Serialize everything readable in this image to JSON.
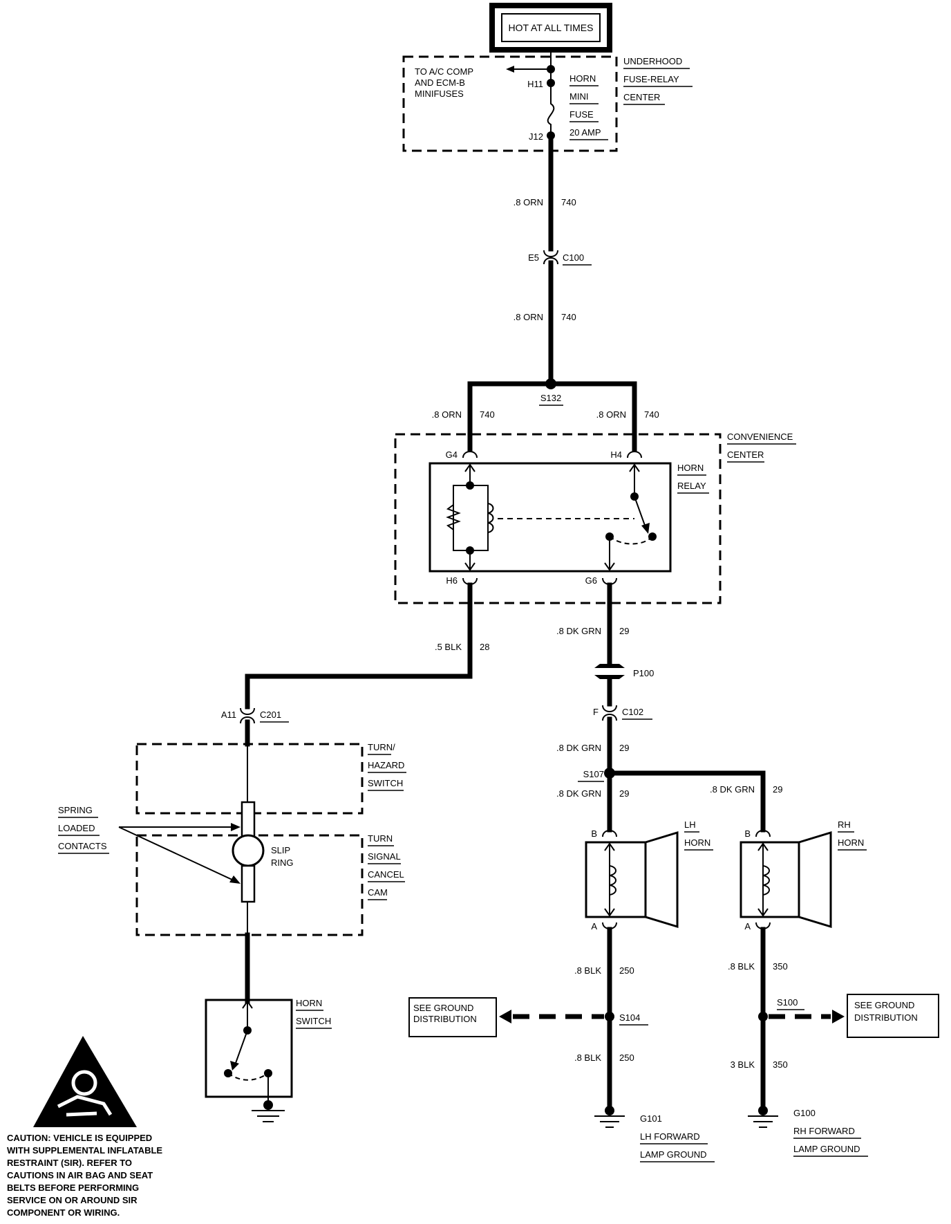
{
  "power_source": "HOT AT ALL TIMES",
  "fuse_center": {
    "label_lines": [
      "UNDERHOOD",
      "FUSE-RELAY",
      "CENTER"
    ],
    "branch_note_lines": [
      "TO A/C COMP",
      "AND ECM-B",
      "MINIFUSES"
    ],
    "fuse_lines": [
      "HORN",
      "MINI",
      "FUSE",
      "20 AMP"
    ],
    "pin_in": "H11",
    "pin_out": "J12"
  },
  "wires": {
    "feed_upper": {
      "gauge": ".8 ORN",
      "circuit": "740"
    },
    "feed_lower": {
      "gauge": ".8 ORN",
      "circuit": "740"
    },
    "relay_left": {
      "gauge": ".8 ORN",
      "circuit": "740"
    },
    "relay_right": {
      "gauge": ".8 ORN",
      "circuit": "740"
    },
    "blk_28": {
      "gauge": ".5 BLK",
      "circuit": "28"
    },
    "grn_upper": {
      "gauge": ".8 DK GRN",
      "circuit": "29"
    },
    "grn_mid": {
      "gauge": ".8 DK GRN",
      "circuit": "29"
    },
    "grn_lh": {
      "gauge": ".8 DK GRN",
      "circuit": "29"
    },
    "grn_rh": {
      "gauge": ".8 DK GRN",
      "circuit": "29"
    },
    "lh_ground_upper": {
      "gauge": ".8 BLK",
      "circuit": "250"
    },
    "lh_ground_lower": {
      "gauge": ".8 BLK",
      "circuit": "250"
    },
    "rh_ground_upper": {
      "gauge": ".8 BLK",
      "circuit": "350"
    },
    "rh_ground_lower": {
      "gauge": "3 BLK",
      "circuit": "350"
    }
  },
  "connectors": {
    "c100": {
      "pin": "E5",
      "name": "C100"
    },
    "s132": "S132",
    "convenience_center_lines": [
      "CONVENIENCE",
      "CENTER"
    ],
    "horn_relay_lines": [
      "HORN",
      "RELAY"
    ],
    "pin_g4": "G4",
    "pin_h4": "H4",
    "pin_h6": "H6",
    "pin_g6": "G6",
    "c201": {
      "pin": "A11",
      "name": "C201"
    },
    "p100": "P100",
    "c102": {
      "pin": "F",
      "name": "C102"
    },
    "s107": "S107",
    "s104": "S104",
    "s100": "S100"
  },
  "steering_column": {
    "turn_hazard_lines": [
      "TURN/",
      "HAZARD",
      "SWITCH"
    ],
    "spring_contacts_lines": [
      "SPRING",
      "LOADED",
      "CONTACTS"
    ],
    "slip_ring_lines": [
      "SLIP",
      "RING"
    ],
    "cancel_cam_lines": [
      "TURN",
      "SIGNAL",
      "CANCEL",
      "CAM"
    ],
    "horn_switch_lines": [
      "HORN",
      "SWITCH"
    ]
  },
  "horns": {
    "lh": {
      "label_lines": [
        "LH",
        "HORN"
      ],
      "pin_top": "B",
      "pin_bottom": "A"
    },
    "rh": {
      "label_lines": [
        "RH",
        "HORN"
      ],
      "pin_top": "B",
      "pin_bottom": "A"
    }
  },
  "ground_refs": {
    "left_lines": [
      "SEE GROUND",
      "DISTRIBUTION"
    ],
    "right_lines": [
      "SEE GROUND",
      "DISTRIBUTION"
    ]
  },
  "grounds": {
    "g101_lines": [
      "G101",
      "LH FORWARD",
      "LAMP GROUND"
    ],
    "g100_lines": [
      "G100",
      "RH FORWARD",
      "LAMP GROUND"
    ]
  },
  "caution_lines": [
    "CAUTION: VEHICLE IS EQUIPPED",
    "WITH SUPPLEMENTAL INFLATABLE",
    "RESTRAINT (SIR). REFER TO",
    "CAUTIONS IN AIR BAG AND SEAT",
    "BELTS BEFORE PERFORMING",
    "SERVICE ON OR AROUND SIR",
    "COMPONENT OR WIRING."
  ]
}
